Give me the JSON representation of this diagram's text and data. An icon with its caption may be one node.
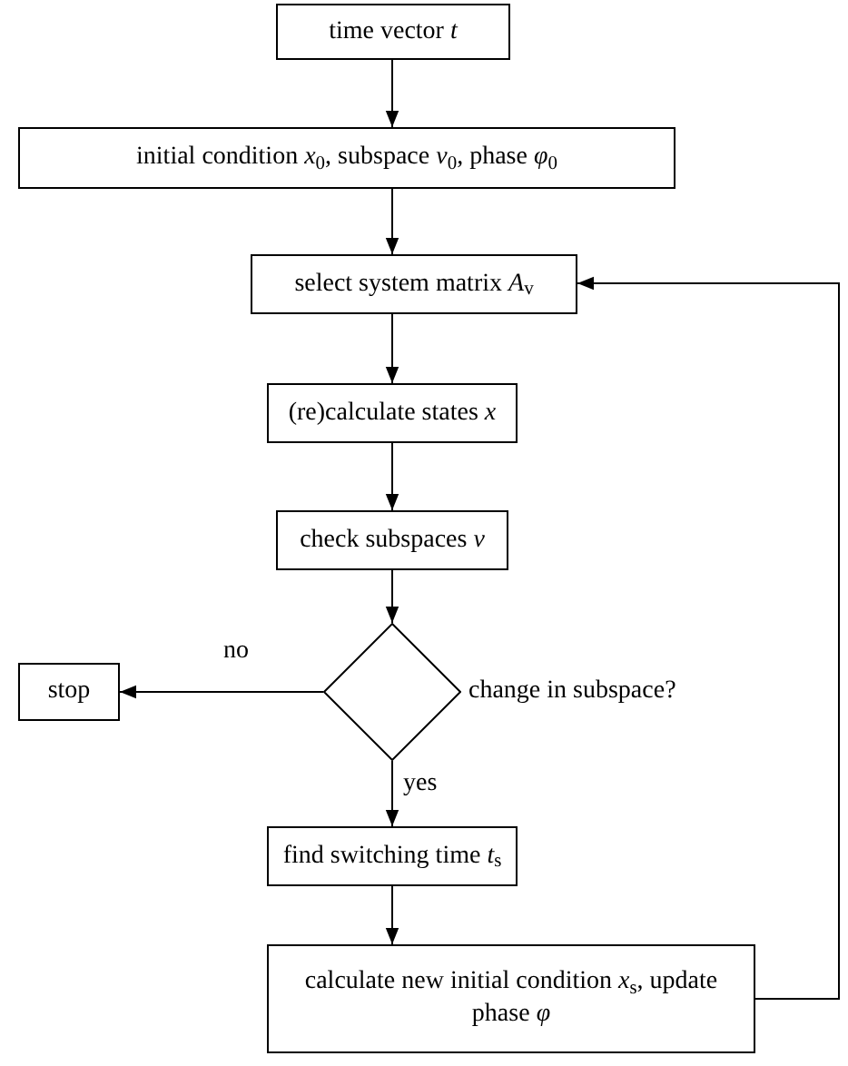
{
  "diagram": {
    "nodes": [
      {
        "text": [
          "time vector *t*"
        ]
      },
      {
        "text": [
          "initial condition *x*$_{0}$, subspace *v*$_{0}$, phase *φ*$_{0}$"
        ]
      },
      {
        "text": [
          "select system matrix *A*$_{v}$"
        ]
      },
      {
        "text": [
          "(re)calculate states *x*"
        ]
      },
      {
        "text": [
          "check subspaces *v*"
        ]
      },
      {
        "text": [],
        "shape": "diamond",
        "beside": [
          "change in subspace?"
        ]
      },
      {
        "text": [
          "stop"
        ]
      },
      {
        "text": [
          "find switching time *t*$_{s}$"
        ]
      },
      {
        "text": [
          "calculate new initial condition *x*$_{s}$, update phase *φ*"
        ]
      }
    ],
    "edges": [
      {
        "from": 0,
        "to": 1,
        "arrow": "to"
      },
      {
        "from": 1,
        "to": 2,
        "arrow": "to"
      },
      {
        "from": 2,
        "to": 3,
        "arrow": "to"
      },
      {
        "from": 3,
        "to": 4,
        "arrow": "to"
      },
      {
        "from": 4,
        "to": 5,
        "arrow": "to"
      },
      {
        "from": 5,
        "to": 6,
        "arrow": "to",
        "label": "no"
      },
      {
        "from": 5,
        "to": 7,
        "arrow": "to",
        "label": "yes"
      },
      {
        "from": 7,
        "to": 8,
        "arrow": "to"
      },
      {
        "from": 8,
        "to": 2,
        "arrow": "to"
      }
    ]
  }
}
